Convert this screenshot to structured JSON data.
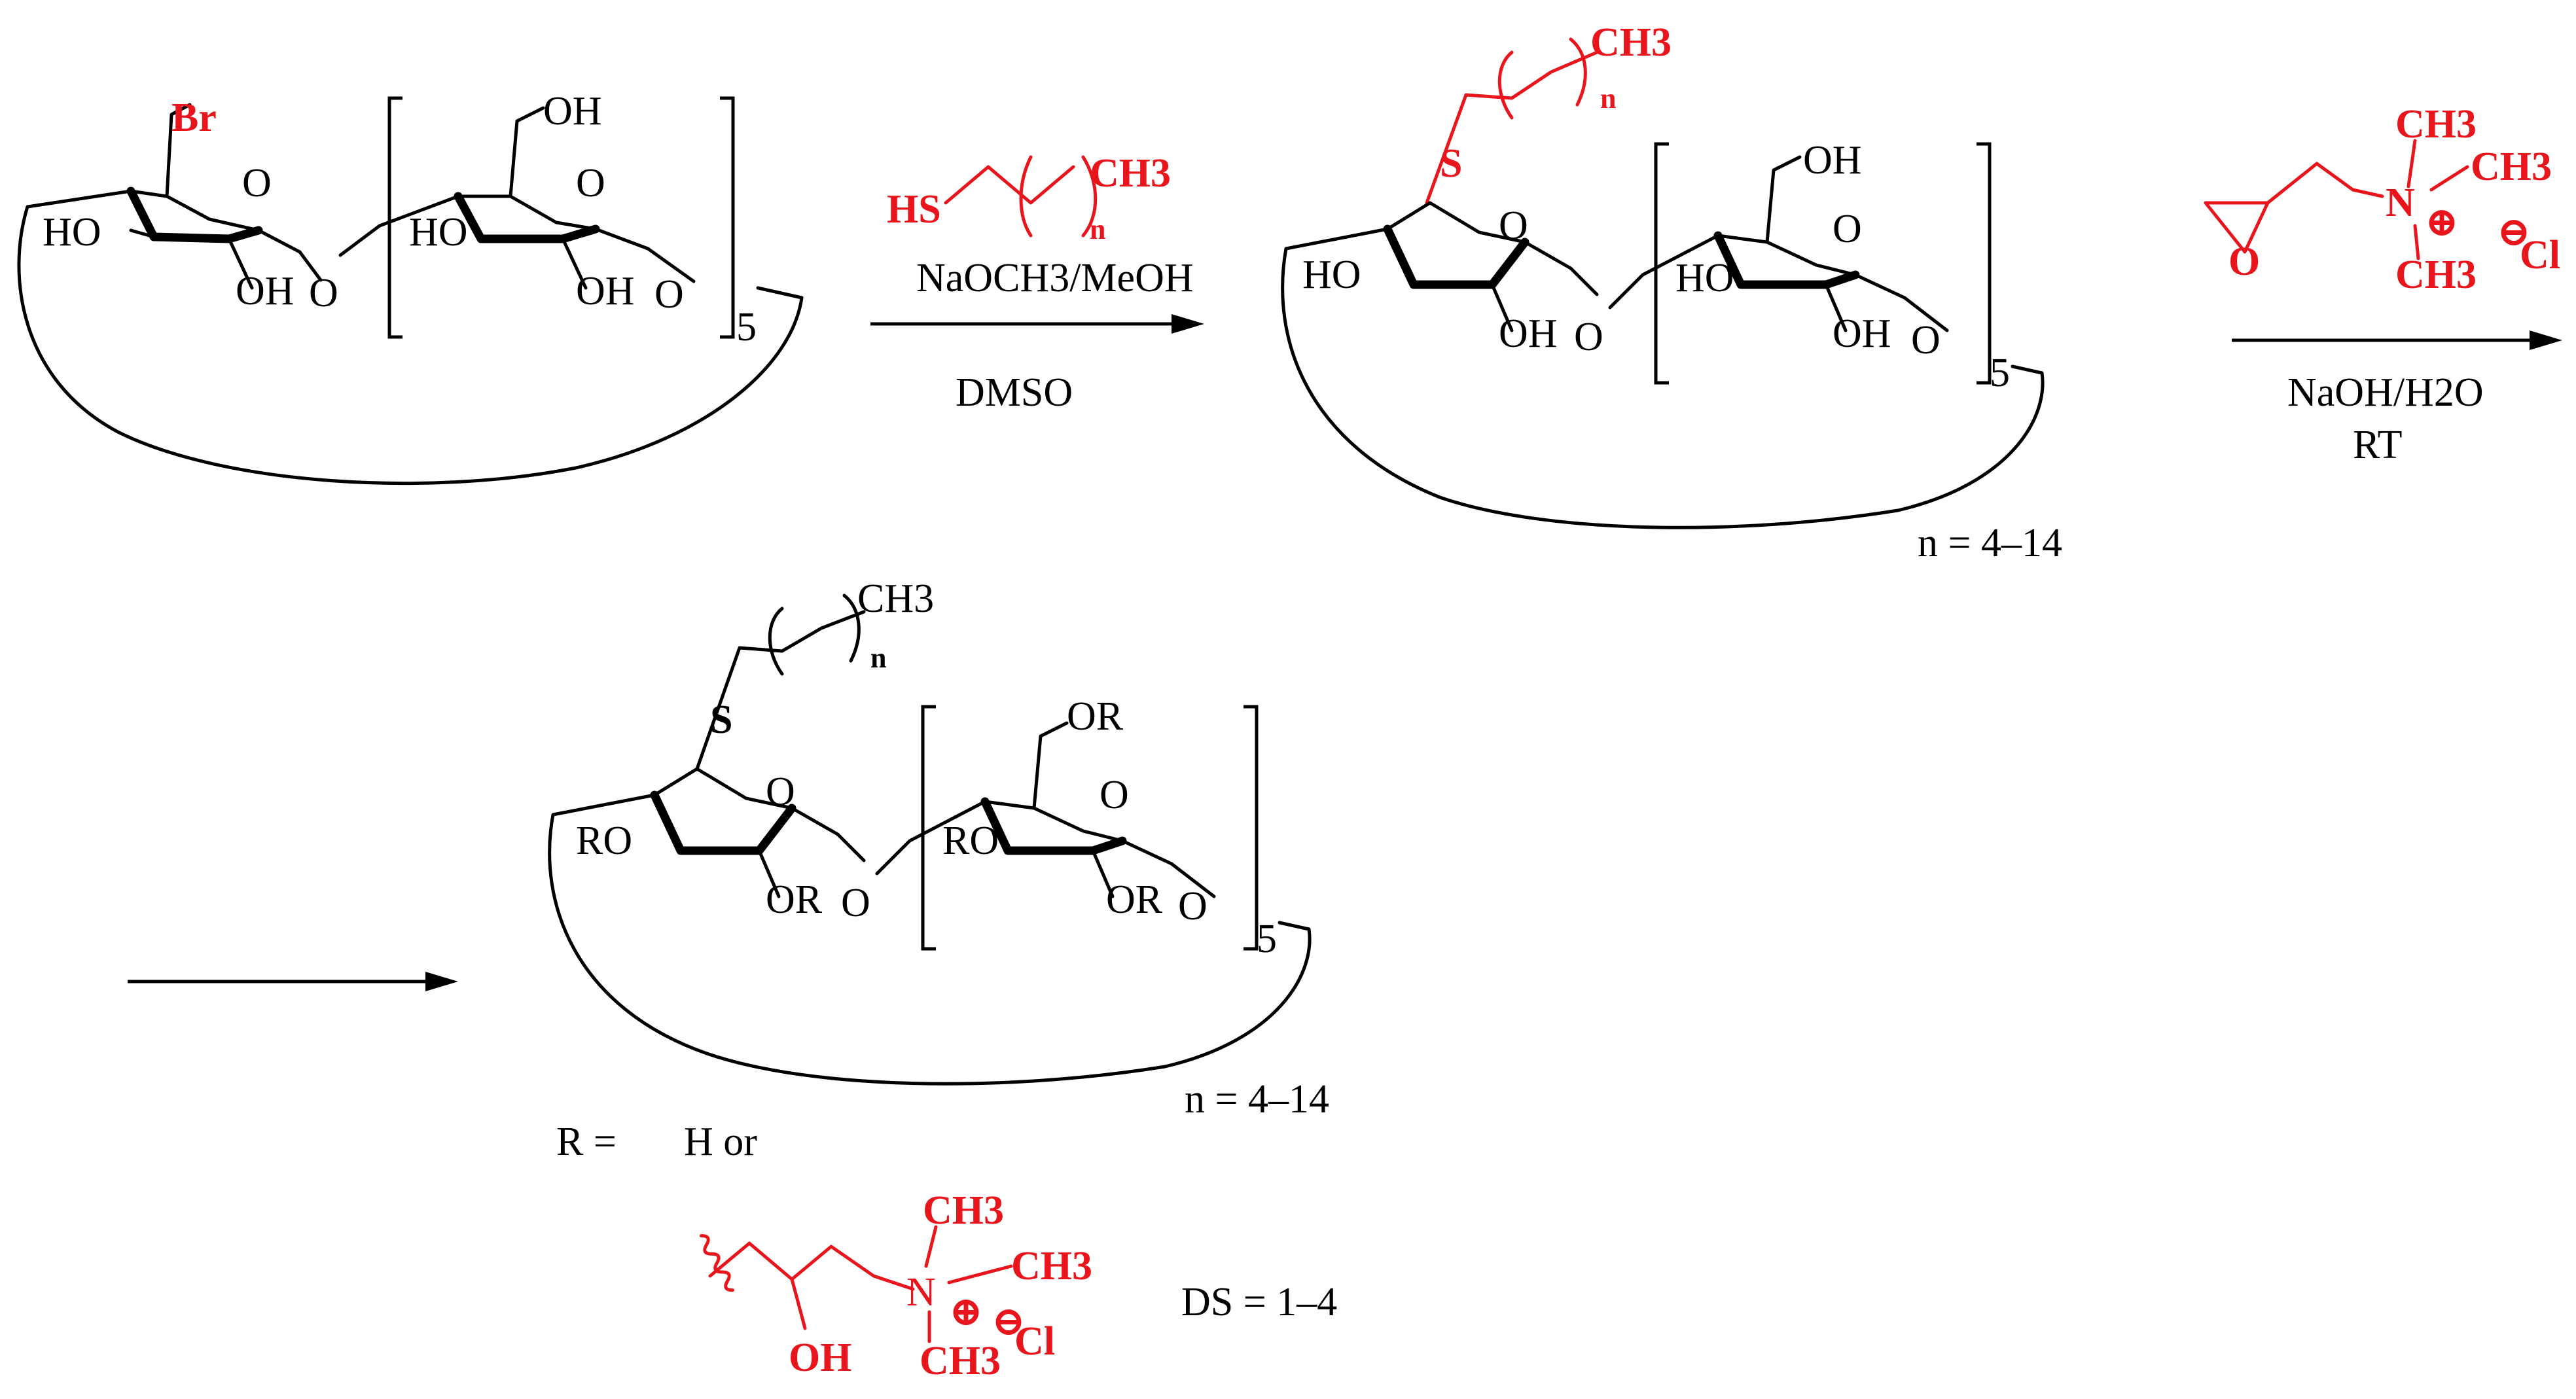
{
  "colors": {
    "red": "#e8161c",
    "black": "#000000"
  },
  "reactant": {
    "bromo_group": "Br",
    "ring_o": "O",
    "ho_left": "HO",
    "oh_bottom": "OH",
    "glyco_o": "O",
    "ho_bracket": "HO",
    "oh_top_bracket": "OH",
    "oh_bottom_bracket": "OH",
    "ring_o_bracket": "O",
    "glyco_o_bracket": "O",
    "repeat": "5"
  },
  "step1": {
    "thiol_hs": "HS",
    "thiol_ch3": "CH3",
    "thiol_n": "n",
    "reagent_above": "NaOCH3/MeOH",
    "reagent_below": "DMSO"
  },
  "intermediate": {
    "s_atom": "S",
    "chain_ch3": "CH3",
    "chain_n": "n",
    "ring_o": "O",
    "ho_left": "HO",
    "oh_bottom": "OH",
    "glyco_o": "O",
    "ho_bracket": "HO",
    "oh_top_bracket": "OH",
    "oh_bottom_bracket": "OH",
    "ring_o_bracket": "O",
    "glyco_o_bracket": "O",
    "repeat": "5",
    "n_range": "n = 4–14"
  },
  "step2": {
    "ch3_top": "CH3",
    "ch3_right": "CH3",
    "ch3_bottom": "CH3",
    "n_atom": "N",
    "plus_charge": "⊕",
    "minus_charge": "⊖",
    "chloride": "Cl",
    "epoxide_o": "O",
    "reagent_below": "NaOH/H2O",
    "condition_below": "RT"
  },
  "product": {
    "s_atom": "S",
    "chain_ch3": "CH3",
    "chain_n": "n",
    "ring_o": "O",
    "ro_left": "RO",
    "or_bottom": "OR",
    "glyco_o": "O",
    "ro_bracket": "RO",
    "or_top_bracket": "OR",
    "or_bottom_bracket": "OR",
    "ring_o_bracket": "O",
    "glyco_o_bracket": "O",
    "repeat": "5",
    "n_range": "n = 4–14",
    "r_equals": "R =",
    "r_options": "H or"
  },
  "substituent": {
    "oh": "OH",
    "n_atom": "N",
    "ch3_top": "CH3",
    "ch3_right": "CH3",
    "ch3_bottom": "CH3",
    "plus_charge": "⊕",
    "minus_charge": "⊖",
    "chloride": "Cl",
    "ds_range": "DS = 1–4"
  }
}
